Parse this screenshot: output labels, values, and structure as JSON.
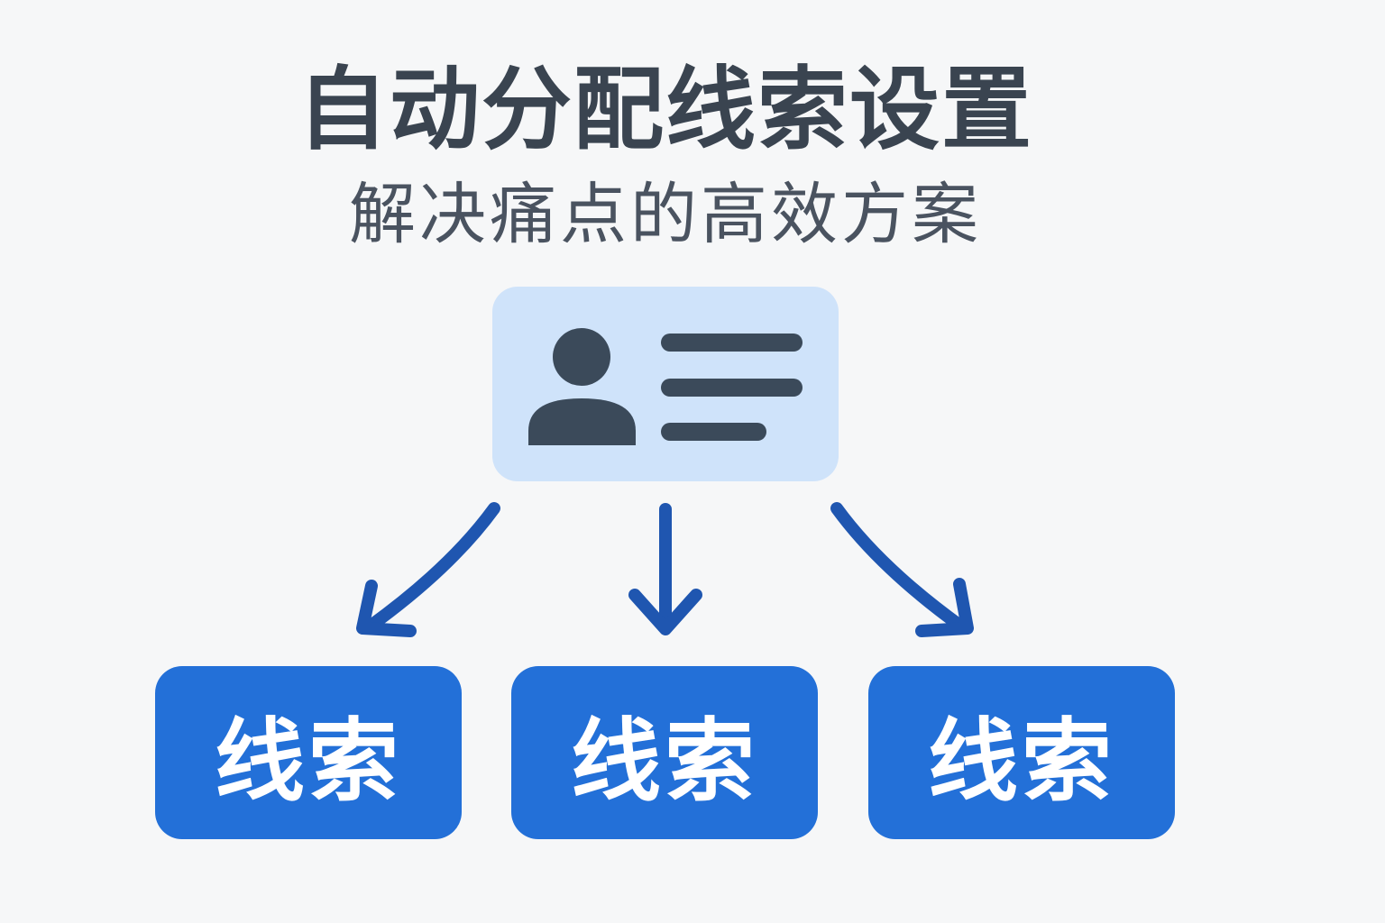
{
  "title": "自动分配线索设置",
  "subtitle": "解决痛点的高效方案",
  "source_icon": "contact-card-icon",
  "targets": [
    {
      "label": "线索"
    },
    {
      "label": "线索"
    },
    {
      "label": "线索"
    }
  ],
  "colors": {
    "background": "#f6f7f8",
    "title": "#3a4450",
    "card": "#cfe3fa",
    "card_icon": "#3b4a5a",
    "arrow": "#1f56b0",
    "box": "#2370d8"
  }
}
